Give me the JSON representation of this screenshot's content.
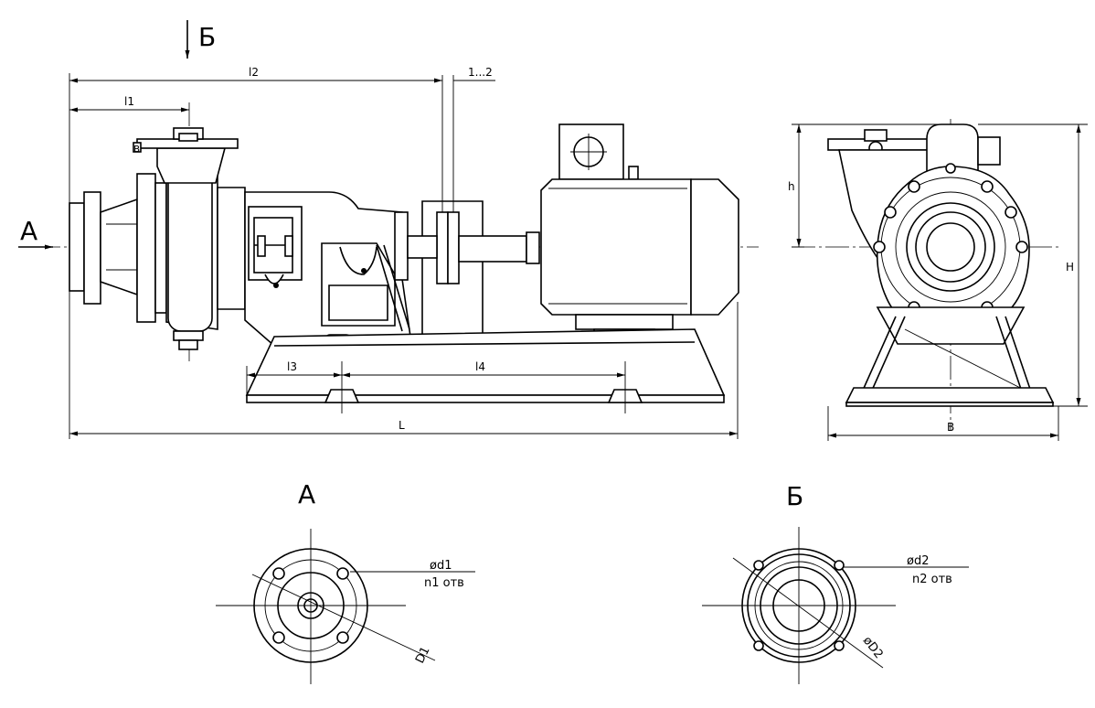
{
  "side_view": {
    "direction_arrow_top": "Б",
    "direction_arrow_left": "А",
    "dim_l1": "l1",
    "dim_l2": "l2",
    "dim_gap": "1...2",
    "dim_l3": "l3",
    "dim_l4": "l4",
    "dim_L": "L"
  },
  "end_view": {
    "dim_h": "h",
    "dim_H": "H",
    "dim_B": "B"
  },
  "flange_a": {
    "title": "А",
    "hole_dia": "ød1",
    "hole_count": "n1 отв",
    "bolt_circle": "D1"
  },
  "flange_b": {
    "title": "Б",
    "hole_dia": "ød2",
    "hole_count": "n2 отв",
    "bolt_circle": "øD2"
  }
}
